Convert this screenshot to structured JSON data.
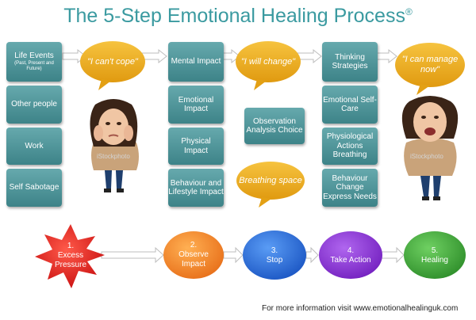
{
  "title": "The 5-Step Emotional Healing Process",
  "title_mark": "®",
  "column1": {
    "life_events": "Life Events",
    "life_events_sub": "(Past, Present and Future)",
    "other_people": "Other people",
    "work": "Work",
    "self_sabotage": "Self Sabotage"
  },
  "column2": {
    "mental": "Mental Impact",
    "emotional": "Emotional Impact",
    "physical": "Physical Impact",
    "behaviour": "Behaviour and Lifestyle Impact"
  },
  "column3": {
    "observation": "Observation Analysis Choice"
  },
  "column4": {
    "thinking": "Thinking Strategies",
    "self_care": "Emotional Self-Care",
    "physiological": "Physiological Actions Breathing",
    "behaviour_change": "Behaviour Change Express Needs"
  },
  "bubbles": {
    "cant_cope": "\"I can't cope\"",
    "will_change": "\"I  will change\"",
    "breathing": "Breathing space",
    "can_manage": "\"I can manage now\""
  },
  "steps": [
    {
      "number": "1.",
      "label": "Excess Pressure"
    },
    {
      "number": "2.",
      "label": "Observe Impact"
    },
    {
      "number": "3.",
      "label": "Stop"
    },
    {
      "number": "4.",
      "label": "Take Action"
    },
    {
      "number": "5.",
      "label": "Healing"
    }
  ],
  "watermark": "iStockphoto",
  "footer": "For more information visit www.emotionalhealinguk.com",
  "colors": {
    "title": "#3a9aa0",
    "box": "#4f9397",
    "bubble": "#e8a71a",
    "step1": "#e21b1b",
    "step2": "#f07f22",
    "step3": "#2d6fd6",
    "step4": "#8a2fd1",
    "step5": "#3fa63a"
  }
}
